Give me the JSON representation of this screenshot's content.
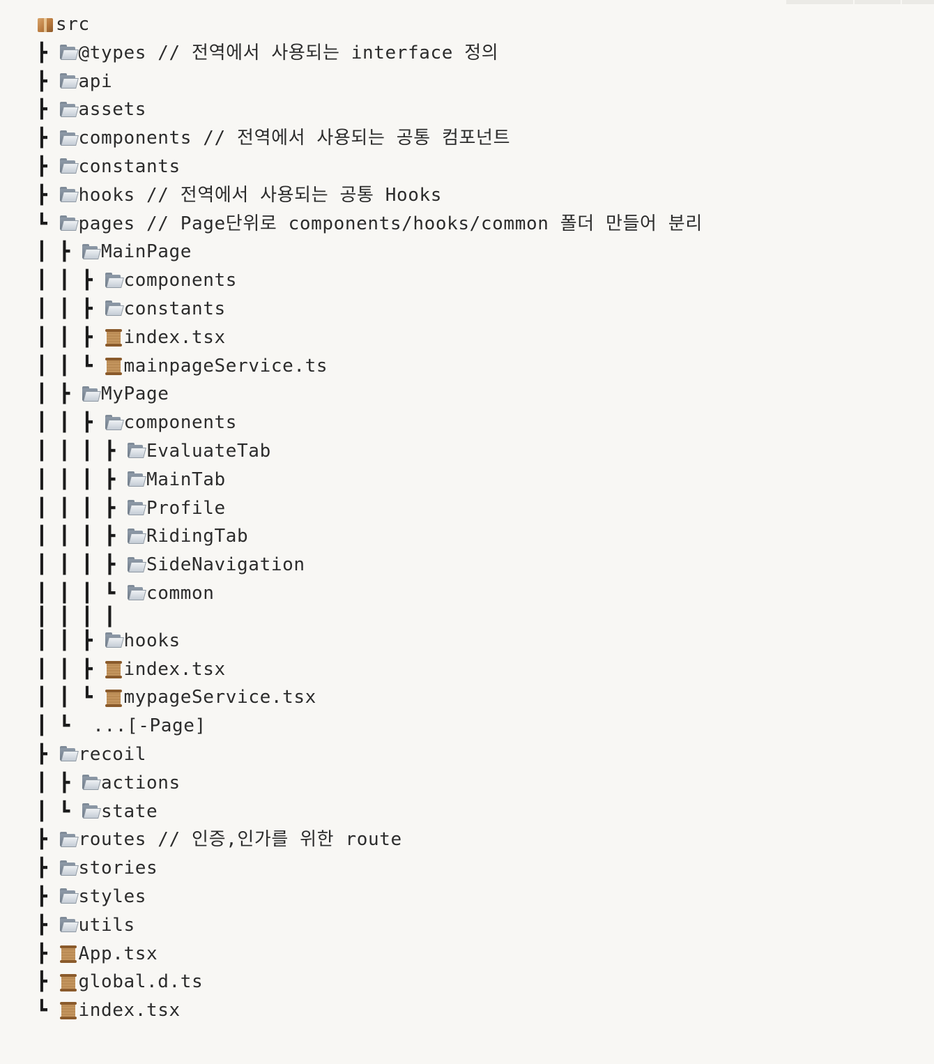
{
  "tree": [
    {
      "prefix": "",
      "icon": "package-icon",
      "name": "src"
    },
    {
      "prefix": "┣ ",
      "icon": "folder-icon",
      "name": "@types // 전역에서 사용되는 interface 정의"
    },
    {
      "prefix": "┣ ",
      "icon": "folder-icon",
      "name": "api"
    },
    {
      "prefix": "┣ ",
      "icon": "folder-icon",
      "name": "assets"
    },
    {
      "prefix": "┣ ",
      "icon": "folder-icon",
      "name": "components // 전역에서 사용되는 공통 컴포넌트"
    },
    {
      "prefix": "┣ ",
      "icon": "folder-icon",
      "name": "constants"
    },
    {
      "prefix": "┣ ",
      "icon": "folder-icon",
      "name": "hooks // 전역에서 사용되는 공통 Hooks"
    },
    {
      "prefix": "┗ ",
      "icon": "folder-icon",
      "name": "pages // Page단위로 components/hooks/common 폴더 만들어 분리"
    },
    {
      "prefix": "┃ ┣ ",
      "icon": "folder-icon",
      "name": "MainPage"
    },
    {
      "prefix": "┃ ┃ ┣ ",
      "icon": "folder-icon",
      "name": "components"
    },
    {
      "prefix": "┃ ┃ ┣ ",
      "icon": "folder-icon",
      "name": "constants"
    },
    {
      "prefix": "┃ ┃ ┣ ",
      "icon": "scroll-icon",
      "name": "index.tsx"
    },
    {
      "prefix": "┃ ┃ ┗ ",
      "icon": "scroll-icon",
      "name": "mainpageService.ts"
    },
    {
      "prefix": "┃ ┣ ",
      "icon": "folder-icon",
      "name": "MyPage"
    },
    {
      "prefix": "┃ ┃ ┣ ",
      "icon": "folder-icon",
      "name": "components"
    },
    {
      "prefix": "┃ ┃ ┃ ┣ ",
      "icon": "folder-icon",
      "name": "EvaluateTab"
    },
    {
      "prefix": "┃ ┃ ┃ ┣ ",
      "icon": "folder-icon",
      "name": "MainTab"
    },
    {
      "prefix": "┃ ┃ ┃ ┣ ",
      "icon": "folder-icon",
      "name": "Profile"
    },
    {
      "prefix": "┃ ┃ ┃ ┣ ",
      "icon": "folder-icon",
      "name": "RidingTab"
    },
    {
      "prefix": "┃ ┃ ┃ ┣ ",
      "icon": "folder-icon",
      "name": "SideNavigation"
    },
    {
      "prefix": "┃ ┃ ┃ ┗ ",
      "icon": "folder-icon",
      "name": "common"
    },
    {
      "prefix": "┃ ┃ ┃ ┃",
      "icon": "",
      "name": "",
      "gap": true
    },
    {
      "prefix": "┃ ┃ ┣ ",
      "icon": "folder-icon",
      "name": "hooks"
    },
    {
      "prefix": "┃ ┃ ┣ ",
      "icon": "scroll-icon",
      "name": "index.tsx"
    },
    {
      "prefix": "┃ ┃ ┗ ",
      "icon": "scroll-icon",
      "name": "mypageService.tsx"
    },
    {
      "prefix": "┃ ┗ ",
      "icon": "",
      "name": " ...[-Page]"
    },
    {
      "prefix": "┣ ",
      "icon": "folder-icon",
      "name": "recoil"
    },
    {
      "prefix": "┃ ┣ ",
      "icon": "folder-icon",
      "name": "actions"
    },
    {
      "prefix": "┃ ┗ ",
      "icon": "folder-icon",
      "name": "state"
    },
    {
      "prefix": "┣ ",
      "icon": "folder-icon",
      "name": "routes // 인증,인가를 위한 route"
    },
    {
      "prefix": "┣ ",
      "icon": "folder-icon",
      "name": "stories"
    },
    {
      "prefix": "┣ ",
      "icon": "folder-icon",
      "name": "styles"
    },
    {
      "prefix": "┣ ",
      "icon": "folder-icon",
      "name": "utils"
    },
    {
      "prefix": "┣ ",
      "icon": "scroll-icon",
      "name": "App.tsx"
    },
    {
      "prefix": "┣ ",
      "icon": "scroll-icon",
      "name": "global.d.ts"
    },
    {
      "prefix": "┗ ",
      "icon": "scroll-icon",
      "name": "index.tsx"
    }
  ]
}
